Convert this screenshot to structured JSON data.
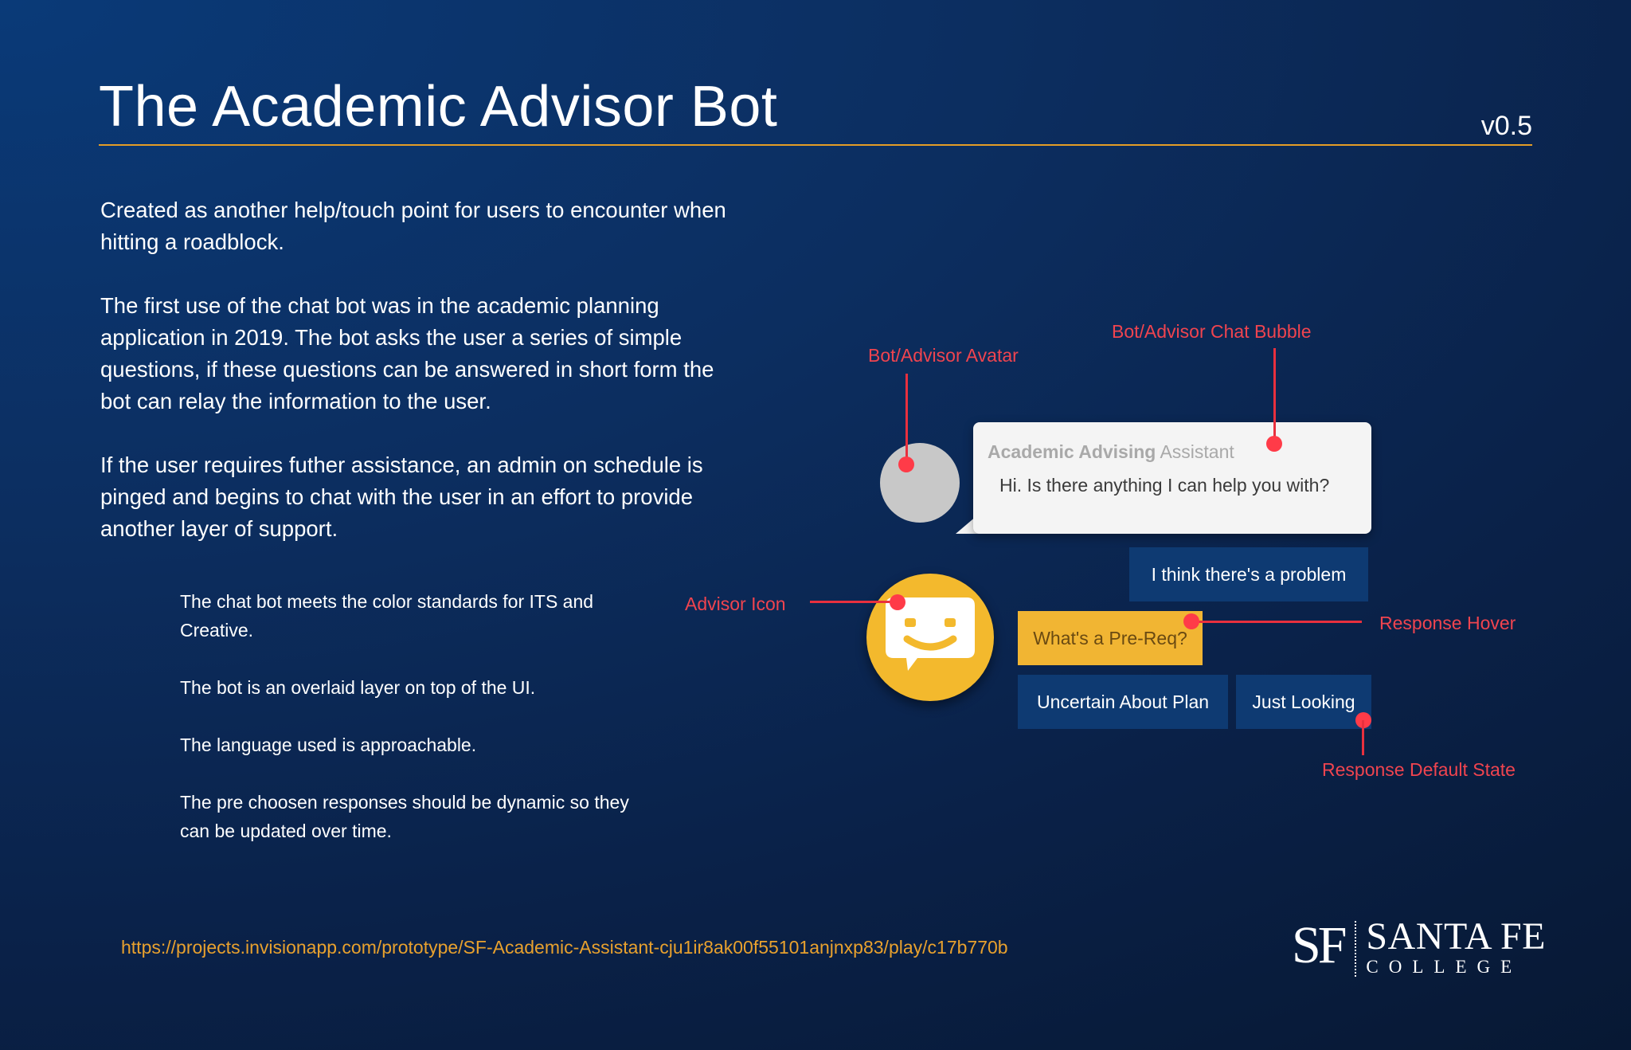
{
  "header": {
    "title": "The Academic Advisor Bot",
    "version": "v0.5"
  },
  "intro": [
    "Created as another help/touch point for users to encounter when hitting a roadblock.",
    "The first use of the chat bot was in the academic planning application in 2019. The bot asks the user a series of simple questions, if these questions can be answered in short form the bot can relay the information to the user.",
    "If the user requires futher assistance, an admin on schedule is pinged and begins to chat with the user in an effort to provide another layer of support."
  ],
  "bullets": [
    "The chat bot meets the color standards for ITS and Creative.",
    "The bot is an overlaid layer on top of the UI.",
    "The language used is approachable.",
    "The pre choosen responses should be dynamic so they can be updated over time."
  ],
  "link": "https://projects.invisionapp.com/prototype/SF-Academic-Assistant-cju1ir8ak00f55101anjnxp83/play/c17b770b",
  "annotations": {
    "avatar": "Bot/Advisor Avatar",
    "bubble": "Bot/Advisor Chat Bubble",
    "advisor_icon": "Advisor Icon",
    "response_hover": "Response Hover",
    "response_default": "Response Default State"
  },
  "chat": {
    "name_bold": "Academic Advising",
    "name_rest": " Assistant",
    "message": "Hi. Is there anything I can help you with?",
    "responses": {
      "problem": "I think there's a problem",
      "prereq": "What's a Pre-Req?",
      "uncertain": "Uncertain About Plan",
      "looking": "Just Looking"
    }
  },
  "logo": {
    "initials": "SF",
    "name_top": "SANTA FE",
    "name_bottom": "COLLEGE"
  },
  "colors": {
    "accent_orange": "#e59d26",
    "annotation_red": "#f0444f",
    "response_default_bg": "#0e3a72",
    "response_hover_bg": "#f1b533",
    "advisor_icon_yellow": "#f3b92d"
  },
  "icons": [
    "chat-face-icon"
  ]
}
